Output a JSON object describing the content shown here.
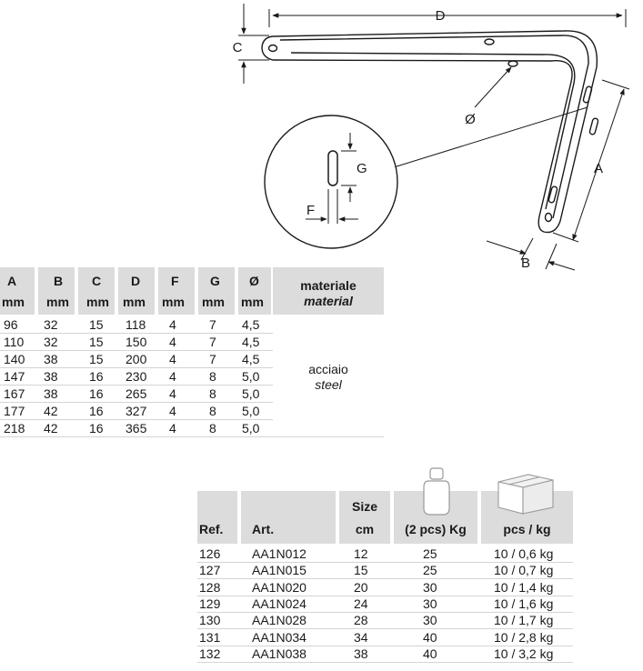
{
  "drawing": {
    "labels": {
      "D": "D",
      "C": "C",
      "A": "A",
      "B": "B",
      "O": "Ø",
      "G": "G",
      "F": "F"
    }
  },
  "dimensions_table": {
    "columns": [
      {
        "letter": "A",
        "unit": "mm"
      },
      {
        "letter": "B",
        "unit": "mm"
      },
      {
        "letter": "C",
        "unit": "mm"
      },
      {
        "letter": "D",
        "unit": "mm"
      },
      {
        "letter": "F",
        "unit": "mm"
      },
      {
        "letter": "G",
        "unit": "mm"
      },
      {
        "letter": "Ø",
        "unit": "mm"
      }
    ],
    "material_header": {
      "it": "materiale",
      "en": "material"
    },
    "material_value": {
      "it": "acciaio",
      "en": "steel"
    },
    "rows": [
      [
        "96",
        "32",
        "15",
        "118",
        "4",
        "7",
        "4,5"
      ],
      [
        "110",
        "32",
        "15",
        "150",
        "4",
        "7",
        "4,5"
      ],
      [
        "140",
        "38",
        "15",
        "200",
        "4",
        "7",
        "4,5"
      ],
      [
        "147",
        "38",
        "16",
        "230",
        "4",
        "8",
        "5,0"
      ],
      [
        "167",
        "38",
        "16",
        "265",
        "4",
        "8",
        "5,0"
      ],
      [
        "177",
        "42",
        "16",
        "327",
        "4",
        "8",
        "5,0"
      ],
      [
        "218",
        "42",
        "16",
        "365",
        "4",
        "8",
        "5,0"
      ]
    ]
  },
  "product_table": {
    "headers": {
      "ref": "Ref.",
      "art": "Art.",
      "size_1": "Size",
      "size_2": "cm",
      "weight": "(2 pcs) Kg",
      "pack": "pcs / kg"
    },
    "icons": {
      "weight": "weight-icon",
      "pack": "box-icon"
    },
    "rows": [
      [
        "126",
        "AA1N012",
        "12",
        "25",
        "10 / 0,6 kg"
      ],
      [
        "127",
        "AA1N015",
        "15",
        "25",
        "10 / 0,7 kg"
      ],
      [
        "128",
        "AA1N020",
        "20",
        "30",
        "10 / 1,4 kg"
      ],
      [
        "129",
        "AA1N024",
        "24",
        "30",
        "10 / 1,6 kg"
      ],
      [
        "130",
        "AA1N028",
        "28",
        "30",
        "10 / 1,7 kg"
      ],
      [
        "131",
        "AA1N034",
        "34",
        "40",
        "10 / 2,8 kg"
      ],
      [
        "132",
        "AA1N038",
        "38",
        "40",
        "10 / 3,2 kg"
      ]
    ]
  }
}
